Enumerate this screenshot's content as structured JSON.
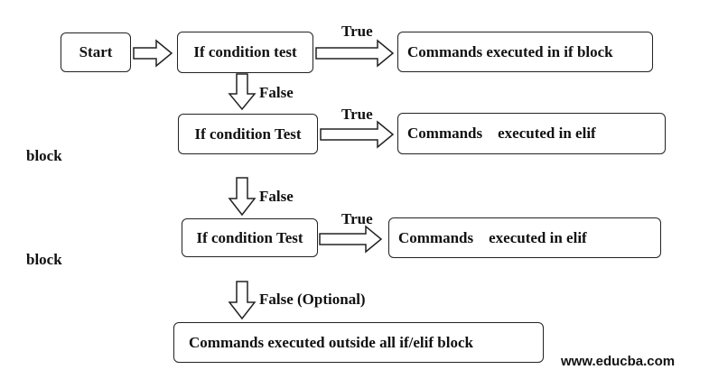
{
  "nodes": {
    "start": "Start",
    "cond1": "If condition test",
    "cmd_if": "Commands executed in if block",
    "cond2": "If condition Test",
    "cmd_elif1": "Commands    executed in elif",
    "cond3": "If condition Test",
    "cmd_elif2": "Commands    executed in elif",
    "cmd_else": "Commands executed outside all if/elif block"
  },
  "labels": {
    "true1": "True",
    "true2": "True",
    "true3": "True",
    "false1": "False",
    "false2": "False",
    "false3": "False (Optional)",
    "block1": "block",
    "block2": "block"
  },
  "watermark": "www.educba.com",
  "colors": {
    "stroke": "#222222",
    "text": "#111111",
    "background": "#ffffff"
  }
}
